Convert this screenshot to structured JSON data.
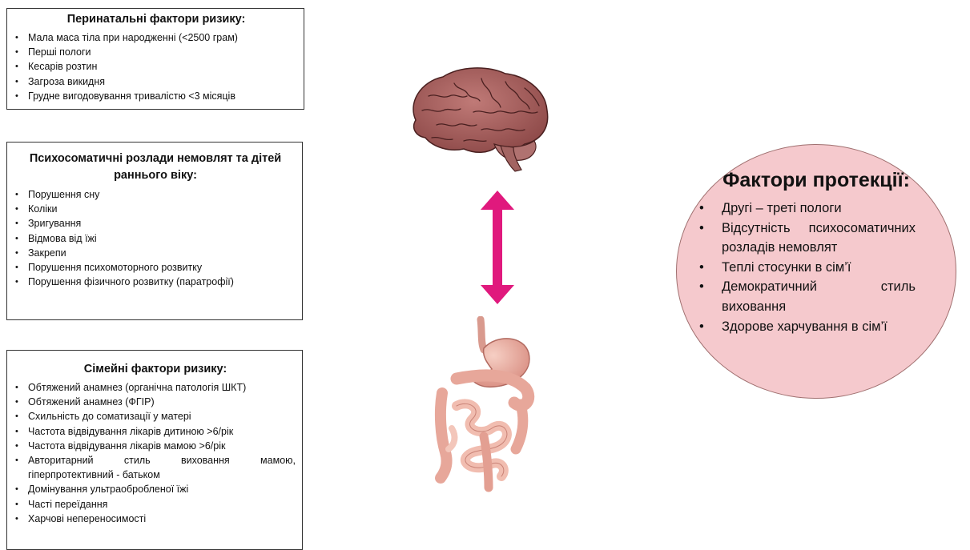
{
  "perinatal": {
    "title": "Перинатальні фактори ризику:",
    "items": [
      "Мала маса тіла при народженні (<2500 грам)",
      "Перші пологи",
      "Кесарів розтин",
      "Загроза викидня",
      "Грудне вигодовування тривалістю <3 місяців"
    ]
  },
  "psychosomatic": {
    "title": "Психосоматичні розлади немовлят та дітей раннього віку:",
    "items": [
      "Порушення сну",
      "Коліки",
      "Зригування",
      "Відмова від їжі",
      "Закрепи",
      "Порушення психомоторного розвитку",
      "Порушення фізичного розвитку (паратрофії)"
    ]
  },
  "family": {
    "title": "Сімейні фактори ризику:",
    "items": [
      "Обтяжений анамнез (органічна патологія ШКТ)",
      "Обтяжений анамнез (ФГІР)",
      "Схильність до соматизації у матері",
      "Частота відвідування лікарів дитиною >6/рік",
      "Частота відвідування лікарів мамою >6/рік",
      "Авторитарний стиль виховання мамою, гіперпротективний - батьком",
      "Домінування ультраобробленої їжі",
      "Часті переїдання",
      "Харчові непереносимості"
    ]
  },
  "protection": {
    "title": "Фактори протекції:",
    "items": [
      "Другі – треті пологи",
      "Відсутність психосоматичних розладів немовлят",
      "Теплі стосунки в сім’ї",
      "Демократичний стиль виховання",
      "Здорове харчування в сім’ї"
    ]
  },
  "colors": {
    "arrow": "#e0197d",
    "ellipse_fill": "#f5c9cd",
    "brain": "#a8605e",
    "gut": "#eeb3a6"
  },
  "icons": [
    "brain-icon",
    "double-arrow-icon",
    "digestive-system-icon"
  ]
}
